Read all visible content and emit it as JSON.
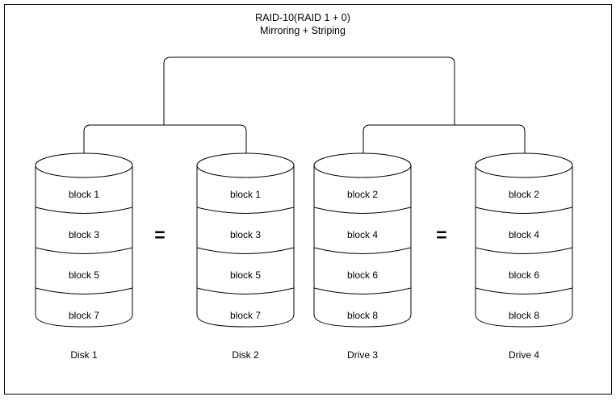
{
  "diagram": {
    "title_line1": "RAID-10(RAID 1 + 0)",
    "title_line2": "Mirroring + Striping",
    "equals_symbol_1": "=",
    "equals_symbol_2": "=",
    "colors": {
      "stroke": "#000000",
      "background": "#ffffff",
      "text": "#000000"
    },
    "disks": [
      {
        "label": "Disk 1",
        "blocks": [
          "block 1",
          "block 3",
          "block 5",
          "block 7"
        ]
      },
      {
        "label": "Disk 2",
        "blocks": [
          "block 1",
          "block 3",
          "block 5",
          "block 7"
        ]
      },
      {
        "label": "Drive 3",
        "blocks": [
          "block 2",
          "block 4",
          "block 6",
          "block 8"
        ]
      },
      {
        "label": "Drive 4",
        "blocks": [
          "block 2",
          "block 4",
          "block 6",
          "block 8"
        ]
      }
    ]
  }
}
